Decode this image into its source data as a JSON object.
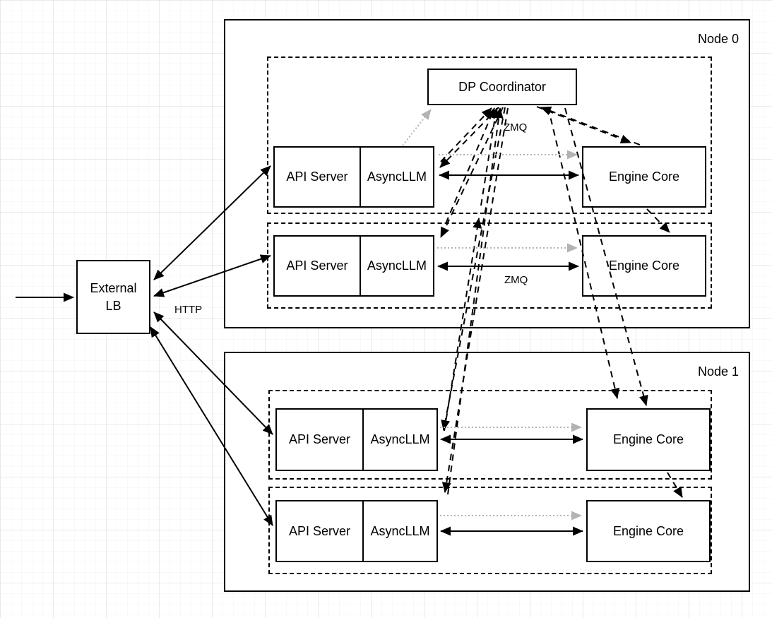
{
  "diagram": {
    "title_hidden": "",
    "nodes": {
      "node0_label": "Node 0",
      "node1_label": "Node 1"
    },
    "external_lb": {
      "line1": "External",
      "line2": "LB"
    },
    "dp_coordinator_label": "DP Coordinator",
    "edge_labels": {
      "http": "HTTP",
      "zmq_coordinator": "ZMQ",
      "zmq_engine": "ZMQ"
    },
    "rows": [
      {
        "api": "API Server",
        "async": "AsyncLLM",
        "engine": "Engine Core"
      },
      {
        "api": "API Server",
        "async": "AsyncLLM",
        "engine": "Engine Core"
      },
      {
        "api": "API Server",
        "async": "AsyncLLM",
        "engine": "Engine Core"
      },
      {
        "api": "API Server",
        "async": "AsyncLLM",
        "engine": "Engine Core"
      }
    ],
    "colors": {
      "stroke": "#000000",
      "gray_arrow": "#b3b3b3",
      "background": "#ffffff"
    }
  }
}
